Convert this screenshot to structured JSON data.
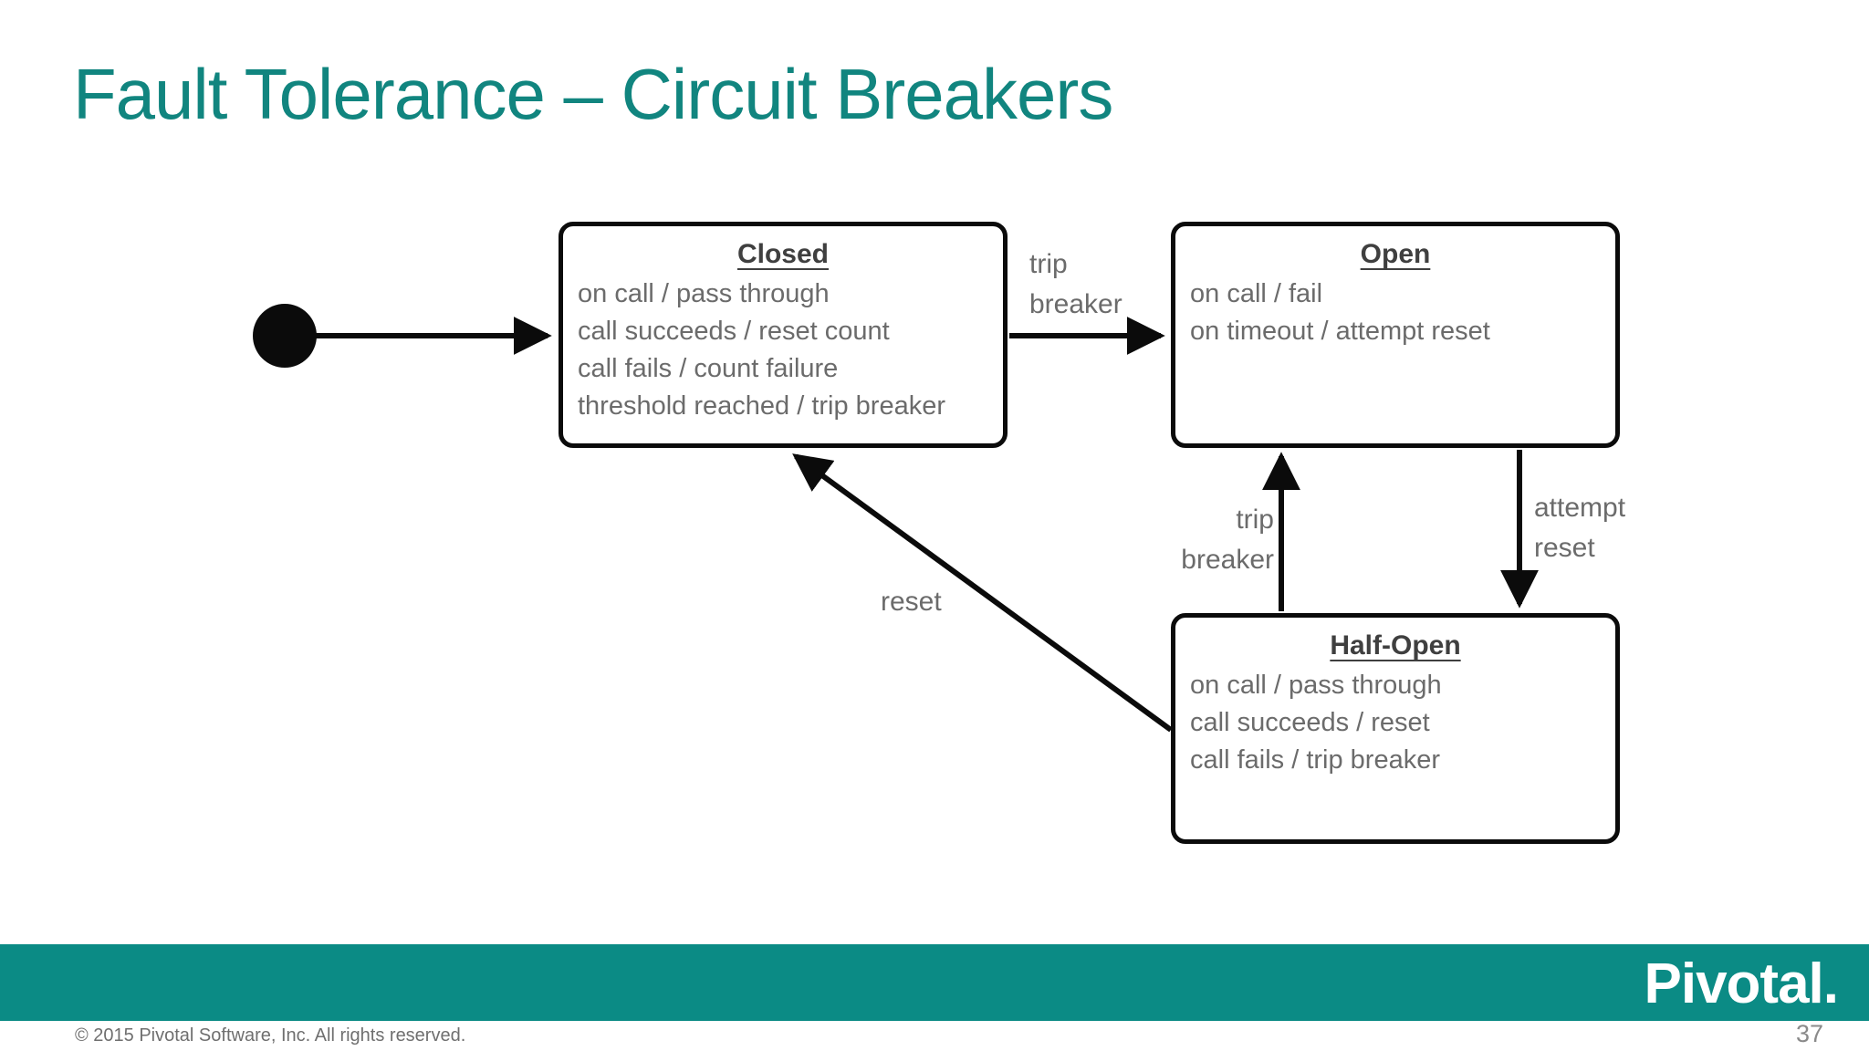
{
  "slide": {
    "title": "Fault Tolerance – Circuit Breakers",
    "title_color": "#11857f",
    "background_color": "#ffffff"
  },
  "diagram": {
    "type": "state-machine",
    "initial_state_marker": "filled-circle",
    "states": [
      {
        "id": "closed",
        "name": "Closed",
        "transitions": [
          "on call / pass through",
          "call succeeds / reset count",
          "call fails / count failure",
          "threshold reached / trip breaker"
        ]
      },
      {
        "id": "open",
        "name": "Open",
        "transitions": [
          "on call / fail",
          "on timeout / attempt reset"
        ]
      },
      {
        "id": "half-open",
        "name": "Half-Open",
        "transitions": [
          "on call / pass through",
          "call succeeds / reset",
          "call fails / trip breaker"
        ]
      }
    ],
    "edges": [
      {
        "id": "start-to-closed",
        "from": "start",
        "to": "closed",
        "label": ""
      },
      {
        "id": "closed-to-open",
        "from": "closed",
        "to": "open",
        "label_line1": "trip",
        "label_line2": "breaker"
      },
      {
        "id": "open-to-half",
        "from": "open",
        "to": "half-open",
        "label_line1": "attempt",
        "label_line2": "reset"
      },
      {
        "id": "half-to-open",
        "from": "half-open",
        "to": "open",
        "label_line1": "trip",
        "label_line2": "breaker"
      },
      {
        "id": "half-to-closed",
        "from": "half-open",
        "to": "closed",
        "label": "reset"
      }
    ],
    "colors": {
      "box_border": "#0b0b0b",
      "box_fill": "#ffffff",
      "state_title_text": "#3f3f3f",
      "body_text": "#6b6b6b",
      "arrow": "#0b0b0b"
    }
  },
  "footer": {
    "band_color": "#0b8b85",
    "logo": "Pivotal.",
    "copyright": "© 2015 Pivotal Software, Inc.  All rights reserved.",
    "page_number": "37"
  }
}
